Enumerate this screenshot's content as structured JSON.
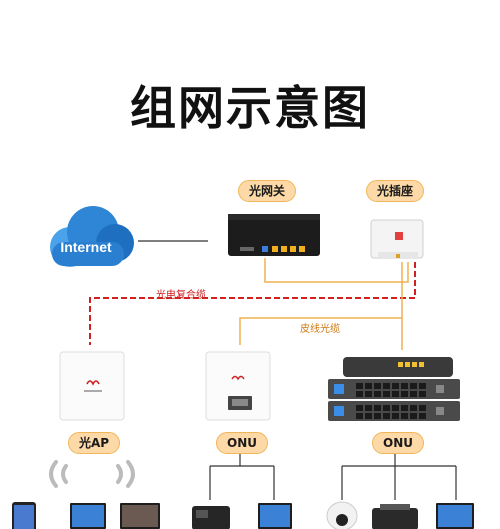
{
  "title": "组网示意图",
  "labels": {
    "optical_gateway": "光网关",
    "optical_socket": "光插座",
    "internet": "Internet",
    "optical_composite_cable": "光电复合缆",
    "drop_cable": "皮线光缆",
    "optical_ap": "光AP",
    "onu_1": "ONU",
    "onu_2": "ONU"
  },
  "colors": {
    "pill_fill": "#fcd9a6",
    "composite_cable": "#d02020",
    "drop_cable": "#f0b050",
    "cloud": "#2f86d6"
  }
}
